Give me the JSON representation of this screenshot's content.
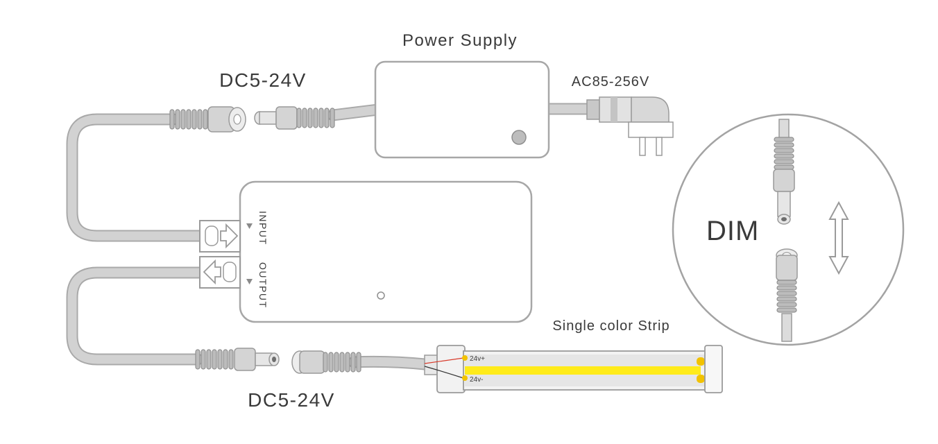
{
  "labels": {
    "power_supply": "Power Supply",
    "ac_voltage": "AC85-256V",
    "dc_top": "DC5-24V",
    "dc_bottom": "DC5-24V",
    "input": "INPUT",
    "output": "OUTPUT",
    "strip": "Single color Strip",
    "pad_plus": "24v+",
    "pad_minus": "24v-",
    "dim": "DIM"
  },
  "colors": {
    "strip_led": "#ffeb1a",
    "strip_pad": "#f2c200",
    "wire_red": "#d83a2a",
    "wire_black": "#333333",
    "outline": "#a7a7a7"
  }
}
